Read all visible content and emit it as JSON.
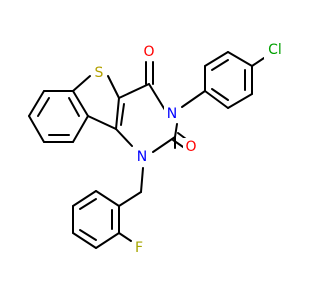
{
  "molecule": {
    "atoms": [
      {
        "id": "S1",
        "label": "S",
        "color": "#b3a100"
      },
      {
        "id": "O1",
        "label": "O",
        "color": "#ff0000"
      },
      {
        "id": "O2",
        "label": "O",
        "color": "#ff0000"
      },
      {
        "id": "N3",
        "label": "N",
        "color": "#0000ff"
      },
      {
        "id": "N1",
        "label": "N",
        "color": "#0000ff"
      },
      {
        "id": "Cl",
        "label": "Cl",
        "color": "#00a000"
      },
      {
        "id": "F",
        "label": "F",
        "color": "#a6a600"
      }
    ],
    "bond_color": "#000000",
    "background": "#ffffff"
  }
}
